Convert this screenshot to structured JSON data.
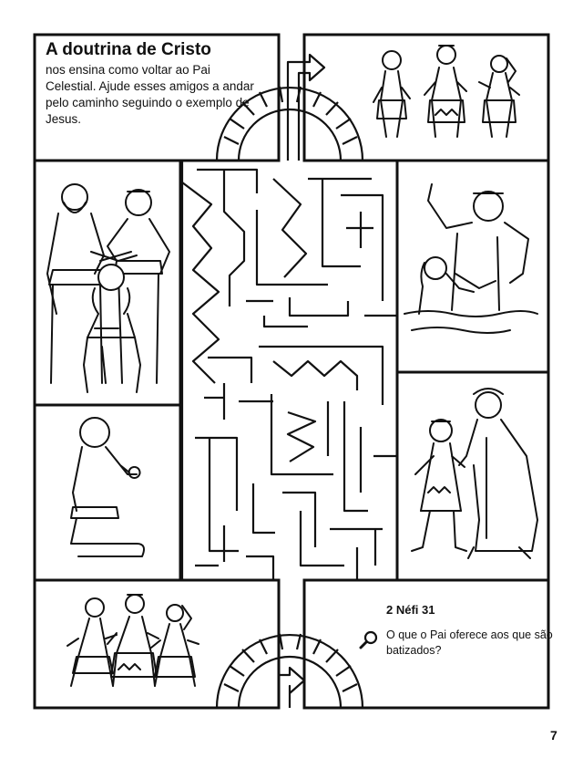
{
  "intro": {
    "title": "A doutrina de Cristo",
    "body": "nos ensina como voltar ao Pai Celestial. Ajude esses amigos a andar pelo caminho seguindo o exemplo de Jesus."
  },
  "scripture": {
    "reference": "2 Néfi 31",
    "question": "O que o Pai oferece aos que são batizados?",
    "icon": "magnifying-glass-icon"
  },
  "page_number": "7",
  "panels": [
    {
      "id": "intro",
      "scene": "text"
    },
    {
      "id": "three-children-walking-top",
      "scene": "three children standing"
    },
    {
      "id": "priesthood-blessing",
      "scene": "two men laying hands on a girl's head"
    },
    {
      "id": "baptism",
      "scene": "man baptizing a girl in water"
    },
    {
      "id": "boy-praying",
      "scene": "kneeling boy praying"
    },
    {
      "id": "girl-helping-elder",
      "scene": "girl holding hands with an elderly woman"
    },
    {
      "id": "three-children-walking-bottom",
      "scene": "three children walking"
    },
    {
      "id": "scripture",
      "scene": "text"
    }
  ]
}
